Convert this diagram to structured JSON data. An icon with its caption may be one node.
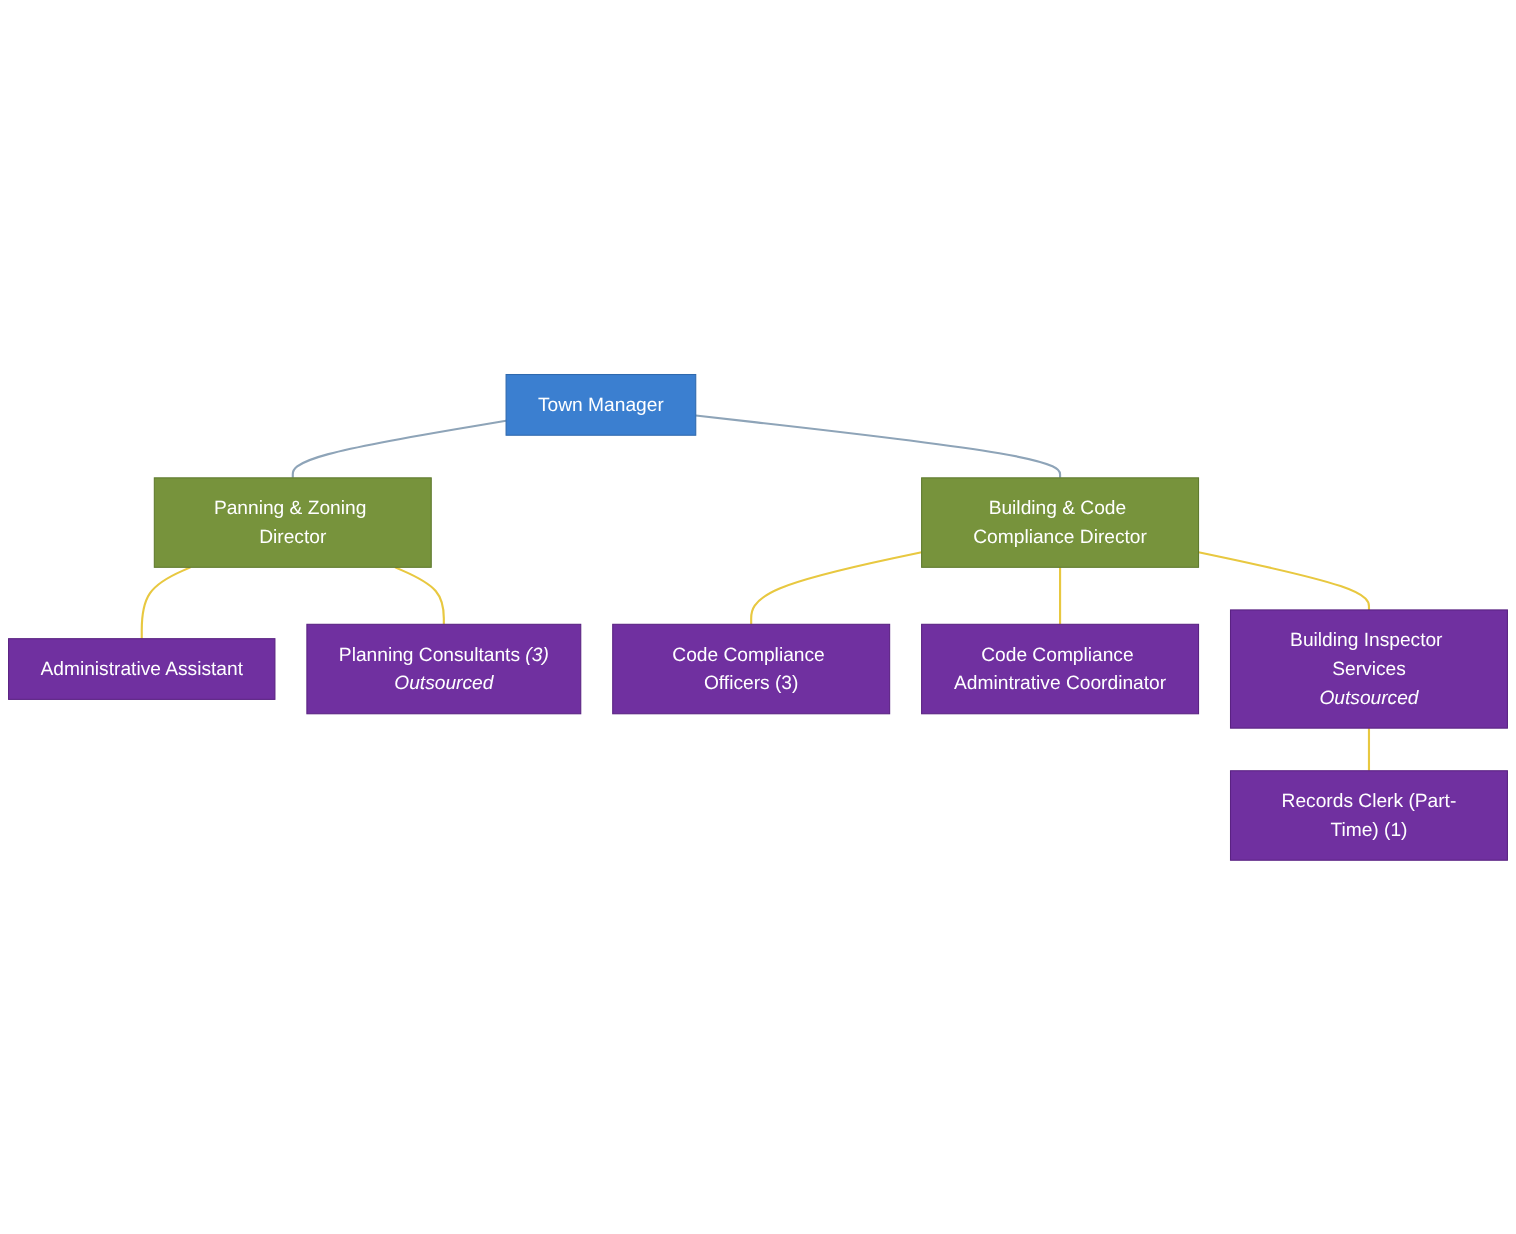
{
  "diagram": {
    "nodes": [
      {
        "text": [
          "Town Manager"
        ]
      },
      {
        "text": [
          "Panning & Zoning Director"
        ]
      },
      {
        "text": [
          "Building & Code Compliance Director"
        ]
      },
      {
        "text": [
          "Code Compliance Officers (3)"
        ]
      },
      {
        "text": [
          "Administrative Assistant"
        ]
      },
      {
        "text": [
          "Code Compliance Admintrative Coordinator"
        ]
      },
      {
        "text": [
          "Building Inspector Services",
          "*Outsourced*"
        ]
      },
      {
        "text": [
          "Records Clerk (Part-Time) (1)"
        ]
      },
      {
        "text": [
          "Planning Consultants *(3)*",
          "*Outsourced*"
        ]
      }
    ],
    "edges": [
      {
        "from": 0,
        "to": 1,
        "arrow": "none",
        "color": "#8ea4b8"
      },
      {
        "from": 0,
        "to": 2,
        "arrow": "none",
        "color": "#8ea4b8"
      },
      {
        "from": 2,
        "to": 3,
        "arrow": "none"
      },
      {
        "from": 1,
        "to": 4,
        "arrow": "none"
      },
      {
        "from": 1,
        "to": 8,
        "arrow": "none"
      },
      {
        "from": 2,
        "to": 5,
        "arrow": "none"
      },
      {
        "from": 2,
        "to": 6,
        "arrow": "none"
      },
      {
        "from": 6,
        "to": 7,
        "arrow": "none"
      }
    ]
  }
}
